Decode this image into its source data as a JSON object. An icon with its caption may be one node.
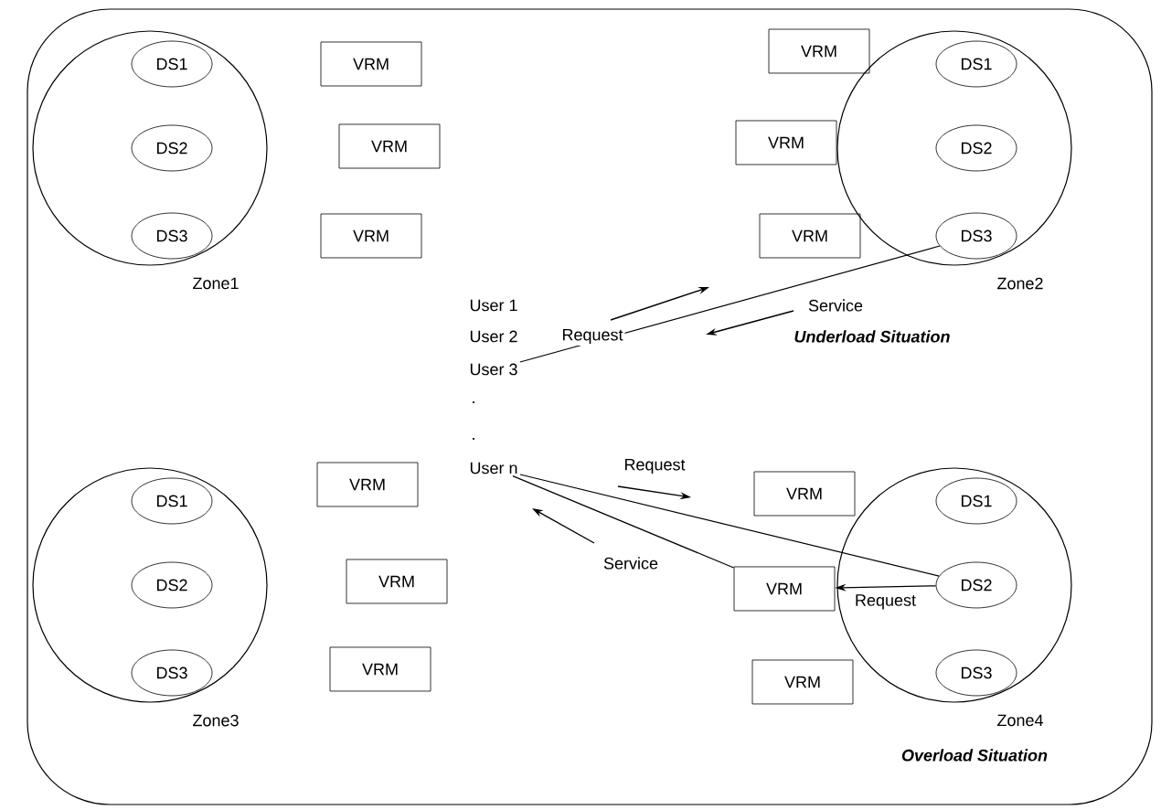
{
  "diagram": {
    "nodes": [
      {
        "text": [
          "Zone1"
        ]
      },
      {
        "text": [
          "DS1"
        ],
        "in": 0
      },
      {
        "text": [
          "DS2"
        ],
        "in": 0
      },
      {
        "text": [
          "DS3"
        ],
        "in": 0
      },
      {
        "text": [
          "VRM"
        ]
      },
      {
        "text": [
          "VRM"
        ]
      },
      {
        "text": [
          "VRM"
        ]
      },
      {
        "text": [
          "Zone2"
        ]
      },
      {
        "text": [
          "DS1"
        ],
        "in": 7
      },
      {
        "text": [
          "DS2"
        ],
        "in": 7
      },
      {
        "text": [
          "DS3"
        ],
        "in": 7
      },
      {
        "text": [
          "VRM"
        ]
      },
      {
        "text": [
          "VRM"
        ]
      },
      {
        "text": [
          "VRM"
        ]
      },
      {
        "text": [
          "Zone3"
        ]
      },
      {
        "text": [
          "DS1"
        ],
        "in": 14
      },
      {
        "text": [
          "DS2"
        ],
        "in": 14
      },
      {
        "text": [
          "DS3"
        ],
        "in": 14
      },
      {
        "text": [
          "VRM"
        ]
      },
      {
        "text": [
          "VRM"
        ]
      },
      {
        "text": [
          "VRM"
        ]
      },
      {
        "text": [
          "Zone4"
        ]
      },
      {
        "text": [
          "DS1"
        ],
        "in": 21
      },
      {
        "text": [
          "DS2"
        ],
        "in": 21
      },
      {
        "text": [
          "DS3"
        ],
        "in": 21
      },
      {
        "text": [
          "VRM"
        ]
      },
      {
        "text": [
          "VRM"
        ]
      },
      {
        "text": [
          "VRM"
        ]
      },
      {
        "text": [
          "User 3"
        ]
      },
      {
        "text": [
          "User n"
        ]
      }
    ],
    "edges": [
      {
        "from": 28,
        "to": 10,
        "arrow": "none"
      },
      {
        "from": 29,
        "to": 23,
        "arrow": "none"
      },
      {
        "from": 29,
        "to": 26,
        "arrow": "none"
      },
      {
        "from": 23,
        "to": 26,
        "arrow": "to",
        "label": "Request"
      }
    ],
    "labels": [
      "User 1",
      "Service",
      "User 2",
      "Request",
      "Underload Situation",
      ".",
      ".",
      "Request",
      "Service",
      "Overload Situation"
    ]
  }
}
